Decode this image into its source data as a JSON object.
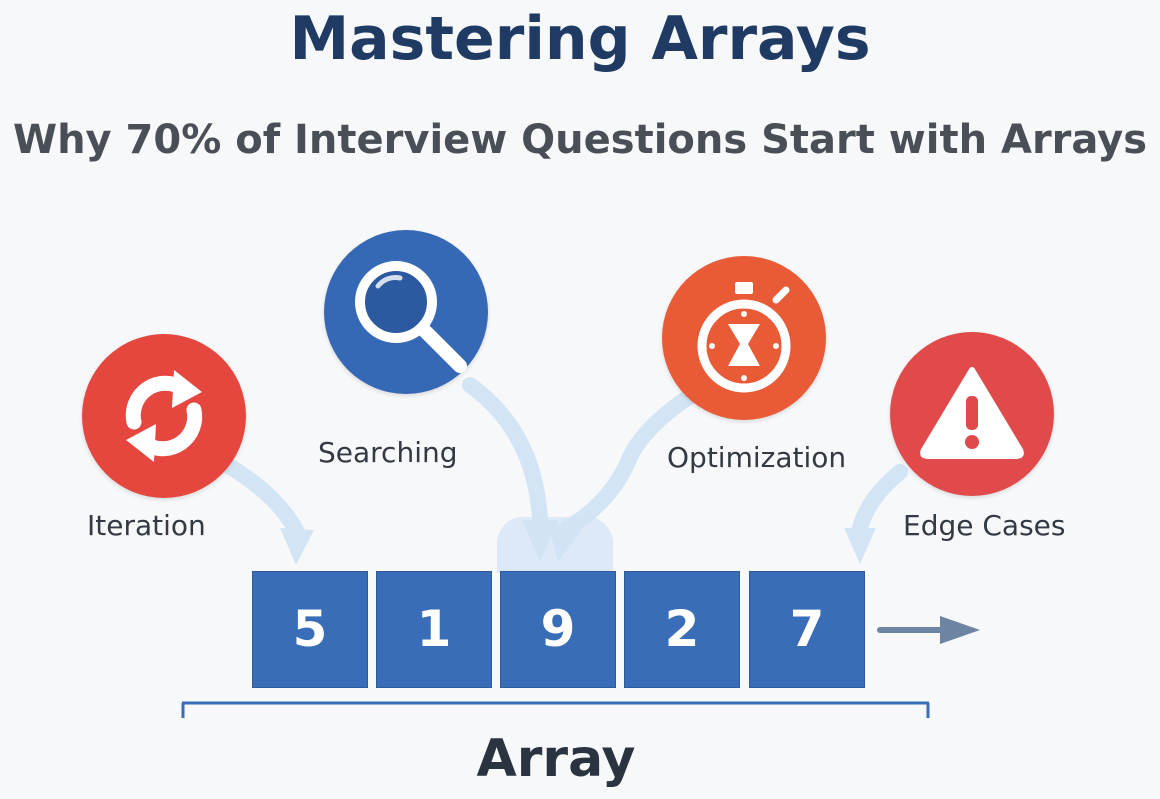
{
  "title": "Mastering Arrays",
  "subtitle": "Why 70% of Interview Questions Start with Arrays",
  "concepts": {
    "iteration": {
      "label": "Iteration",
      "icon": "refresh-icon",
      "color": "#e5473f"
    },
    "searching": {
      "label": "Searching",
      "icon": "magnifier-icon",
      "color": "#3568b5"
    },
    "optimization": {
      "label": "Optimization",
      "icon": "stopwatch-icon",
      "color": "#e95b36"
    },
    "edge_cases": {
      "label": "Edge Cases",
      "icon": "warning-icon",
      "color": "#e14a4a"
    }
  },
  "array": {
    "values": [
      "5",
      "1",
      "9",
      "2",
      "7"
    ],
    "label": "Array",
    "cell_color": "#3a6db7"
  }
}
